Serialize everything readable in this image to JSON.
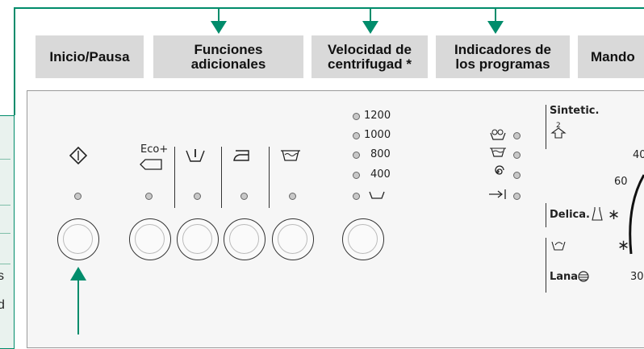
{
  "headers": [
    {
      "label": "Inicio/Pausa"
    },
    {
      "label": "Funciones adicionales"
    },
    {
      "label": "Velocidad de centrifugad *"
    },
    {
      "label": "Indicadores de los programas"
    },
    {
      "label": "Mando"
    }
  ],
  "buttons": {
    "eco_label": "Eco+"
  },
  "spin_speeds": [
    "1200",
    "1000",
    "800",
    "400"
  ],
  "side_text": [
    "s",
    "d"
  ],
  "programs": {
    "sintetic": "Sintetic.",
    "delica": "Delica.",
    "lana": "Lana",
    "temps": [
      "40",
      "60",
      "30"
    ]
  },
  "colors": {
    "accent": "#008c6b",
    "header_bg": "#d9d9d9",
    "panel_bg": "#f6f6f6"
  }
}
